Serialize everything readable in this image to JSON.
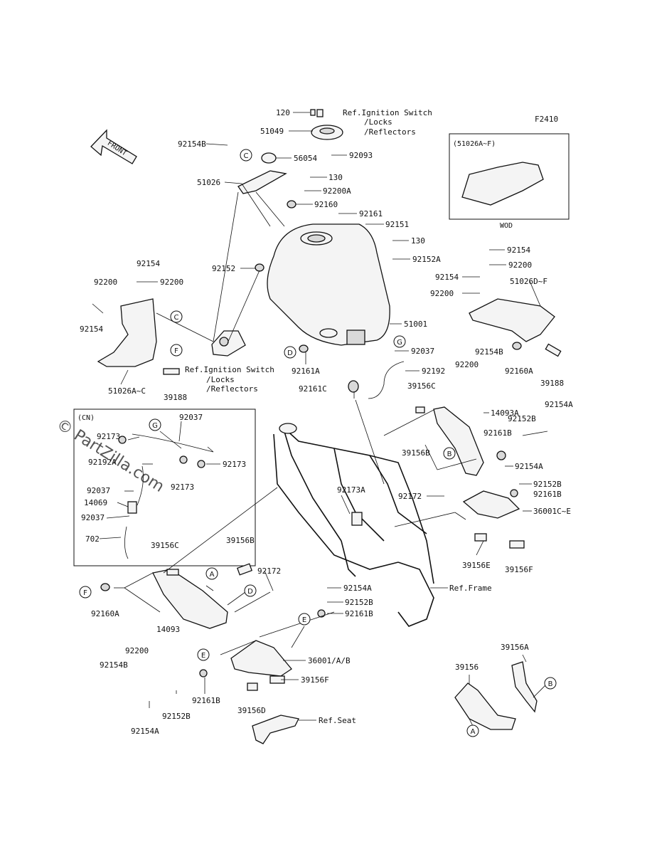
{
  "figure_code": "F2410",
  "front_arrow": "FRONT",
  "watermark": "© PartZilla.com",
  "inset_cn_title": "(CN)",
  "inset_wod": {
    "title": "(51026A~F)",
    "caption": "WOD"
  },
  "circle_letters": {
    "a": "A",
    "b": "B",
    "c": "C",
    "d": "D",
    "e": "E",
    "f": "F",
    "g": "G"
  },
  "labels": [
    "120",
    "Ref.Ignition Switch",
    "/Locks",
    "/Reflectors",
    "51049",
    "92093",
    "92154B",
    "56054",
    "51026",
    "130",
    "92200A",
    "92160",
    "92161",
    "92151",
    "130",
    "92152A",
    "92152",
    "92154",
    "92200",
    "92200",
    "92154",
    "51026A~C",
    "Ref.Ignition Switch",
    "/Locks",
    "/Reflectors",
    "39188",
    "51001",
    "92037",
    "92161A",
    "92192",
    "92161C",
    "39156C",
    "92154",
    "92200",
    "92154",
    "92200",
    "51026D~F",
    "92160A",
    "39188",
    "92154B",
    "92200",
    "14093A",
    "92154A",
    "92152B",
    "92161B",
    "39156B",
    "92154A",
    "92172",
    "92152B",
    "92161B",
    "36001C~E",
    "39156E",
    "39156F",
    "92173A",
    "92037",
    "92173",
    "92192A",
    "92173",
    "92173",
    "92037",
    "14069",
    "92037",
    "702",
    "39156C",
    "39156B",
    "92172",
    "92154A",
    "92152B",
    "92161B",
    "Ref.Frame",
    "92160A",
    "14093",
    "92200",
    "92154B",
    "36001/A/B",
    "39156F",
    "39156D",
    "92161B",
    "92152B",
    "92154A",
    "Ref.Seat",
    "39156A",
    "39156"
  ]
}
